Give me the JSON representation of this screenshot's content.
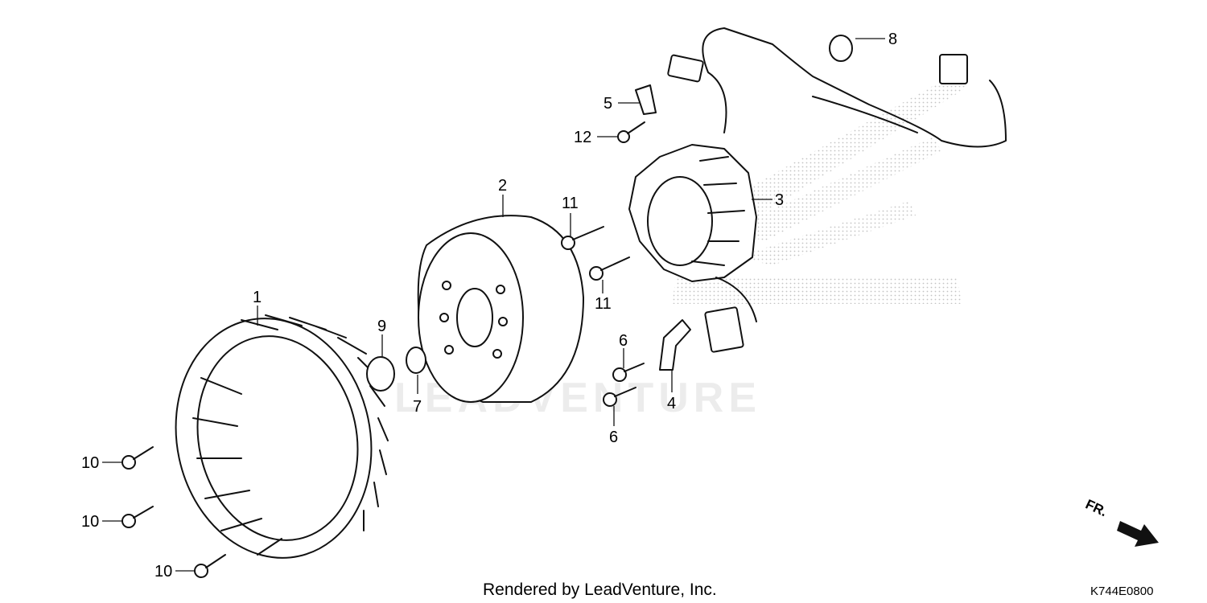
{
  "diagram": {
    "callouts": {
      "p1": "1",
      "p2": "2",
      "p3": "3",
      "p4": "4",
      "p5": "5",
      "p6a": "6",
      "p6b": "6",
      "p7": "7",
      "p8": "8",
      "p9": "9",
      "p10a": "10",
      "p10b": "10",
      "p10c": "10",
      "p11a": "11",
      "p11b": "11",
      "p12": "12"
    },
    "watermark": "LEADVENTURE",
    "direction_label": "FR.",
    "footer_text": "Rendered by LeadVenture, Inc.",
    "diagram_code": "K744E0800"
  }
}
